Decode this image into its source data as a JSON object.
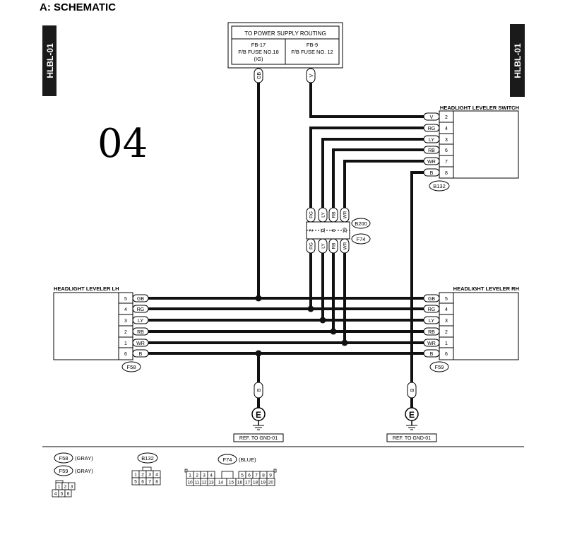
{
  "heading": "A:  SCHEMATIC",
  "page_tag": "HLBL-01",
  "handwritten_note": "04",
  "power_supply": {
    "title": "TO POWER SUPPLY ROUTING",
    "fuse_left": [
      "FB-17",
      "F/B FUSE NO.18",
      "(IG)"
    ],
    "fuse_right": [
      "FB-9",
      "F/B FUSE NO. 12"
    ]
  },
  "feed_wires": {
    "left": "GB",
    "right": "V"
  },
  "switch": {
    "title": "HEADLIGHT LEVELER SWITCH",
    "connector": "B132",
    "pins": [
      {
        "wire": "V",
        "pin": "2"
      },
      {
        "wire": "RG",
        "pin": "4"
      },
      {
        "wire": "LY",
        "pin": "3"
      },
      {
        "wire": "RB",
        "pin": "6"
      },
      {
        "wire": "WR",
        "pin": "7"
      },
      {
        "wire": "B",
        "pin": "8"
      }
    ]
  },
  "joint": {
    "connector_top": "B200",
    "connector_bottom": "F74",
    "wires": [
      {
        "wire": "RG",
        "pin": "2"
      },
      {
        "wire": "LY",
        "pin": "11"
      },
      {
        "wire": "RB",
        "pin": "8"
      },
      {
        "wire": "WR",
        "pin": "19"
      }
    ]
  },
  "leveler_lh": {
    "title": "HEADLIGHT LEVELER LH",
    "connector": "F58",
    "pins": [
      {
        "pin": "5",
        "wire": "GB"
      },
      {
        "pin": "4",
        "wire": "RG"
      },
      {
        "pin": "3",
        "wire": "LY"
      },
      {
        "pin": "2",
        "wire": "RB"
      },
      {
        "pin": "1",
        "wire": "WR"
      },
      {
        "pin": "6",
        "wire": "B"
      }
    ]
  },
  "leveler_rh": {
    "title": "HEADLIGHT LEVELER RH",
    "connector": "F59",
    "pins": [
      {
        "pin": "5",
        "wire": "GB"
      },
      {
        "pin": "4",
        "wire": "RG"
      },
      {
        "pin": "3",
        "wire": "LY"
      },
      {
        "pin": "2",
        "wire": "RB"
      },
      {
        "pin": "1",
        "wire": "WR"
      },
      {
        "pin": "6",
        "wire": "B"
      }
    ]
  },
  "grounds": [
    {
      "wire": "B",
      "symbol": "E",
      "ref": "REF. TO GND-01"
    },
    {
      "wire": "B",
      "symbol": "E",
      "ref": "REF. TO GND-01"
    }
  ],
  "legend": {
    "f58": {
      "id": "F58",
      "color": "(GRAY)"
    },
    "f59": {
      "id": "F59",
      "color": "(GRAY)"
    },
    "b132": {
      "id": "B132"
    },
    "f74": {
      "id": "F74",
      "color": "(BLUE)"
    },
    "small_grid_top": [
      "1",
      "2",
      "3"
    ],
    "small_grid_bottom": [
      "4",
      "5",
      "6"
    ],
    "b132_top": [
      "1",
      "2",
      "3",
      "4"
    ],
    "b132_bottom": [
      "5",
      "6",
      "7",
      "8"
    ],
    "f74_top": [
      "1",
      "2",
      "3",
      "4",
      "5",
      "6",
      "7",
      "8",
      "9"
    ],
    "f74_bottom": [
      "10",
      "11",
      "12",
      "13",
      "14",
      "15",
      "16",
      "17",
      "18",
      "19",
      "20"
    ]
  }
}
